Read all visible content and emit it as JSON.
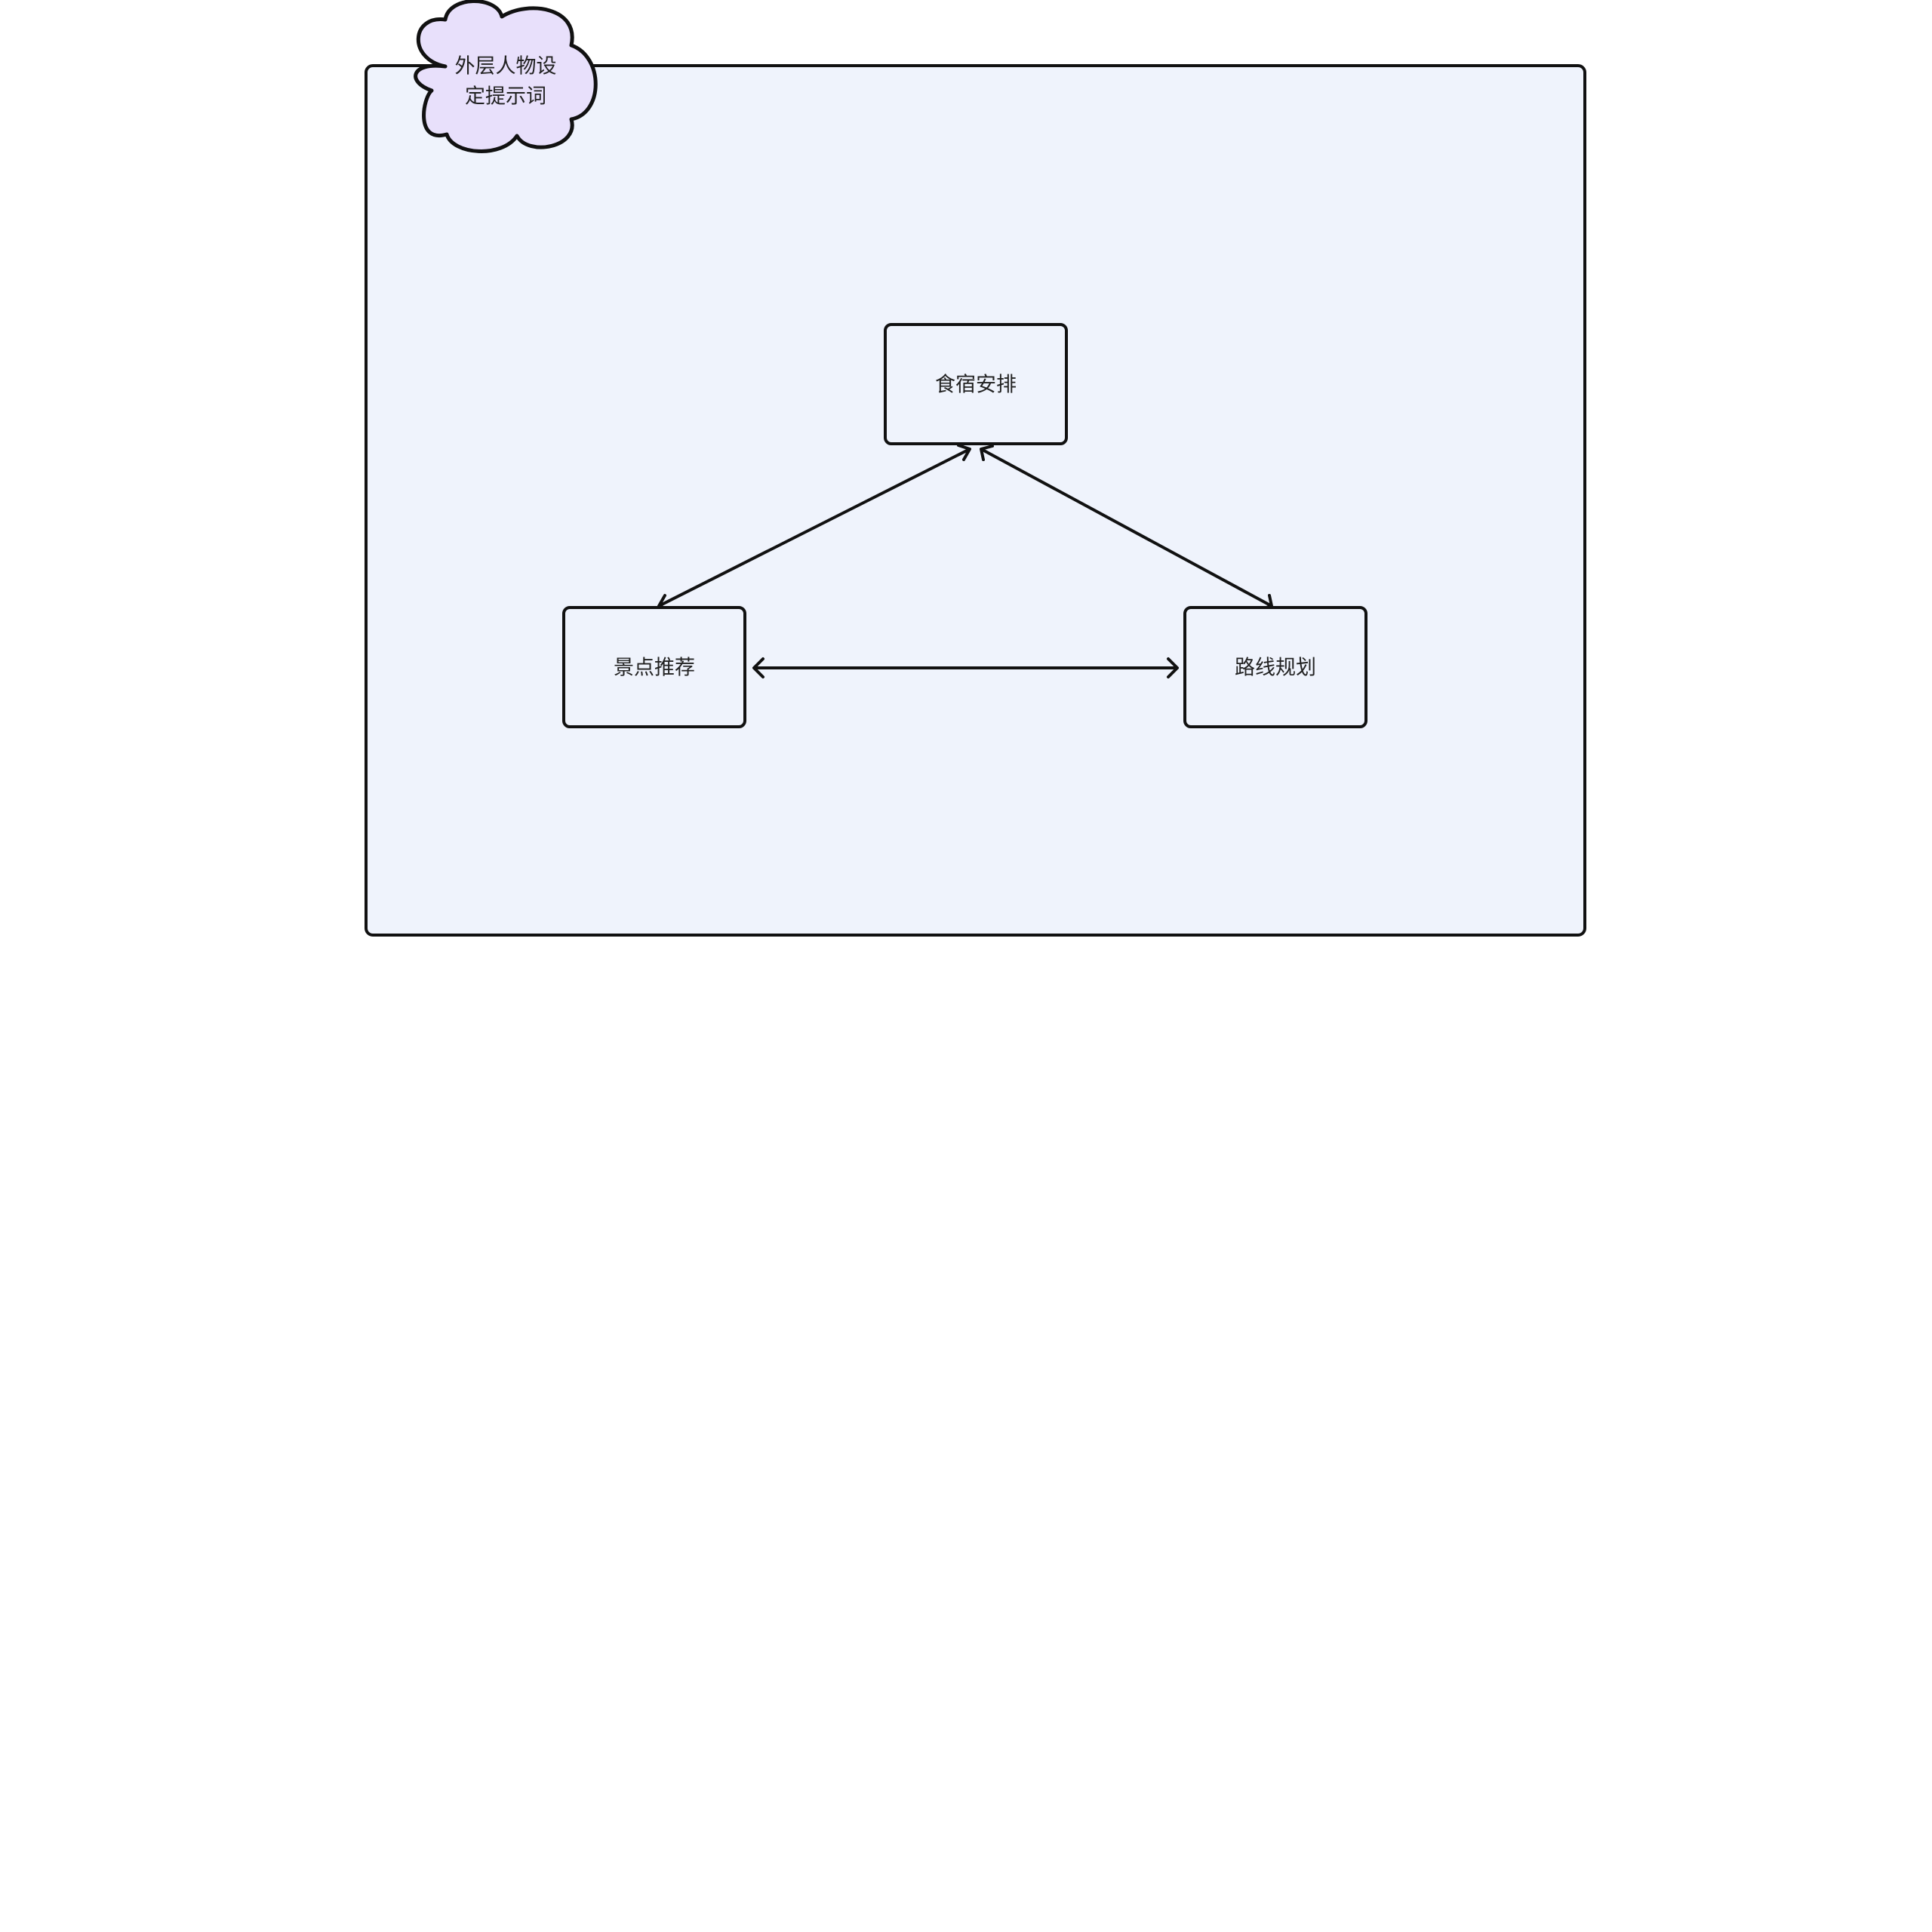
{
  "colors": {
    "container_fill": "#eff3fc",
    "cloud_fill": "#e8e0fb",
    "stroke": "#111111",
    "text": "#222222"
  },
  "cloud": {
    "label_line1": "外层人物设",
    "label_line2": "定提示词"
  },
  "nodes": {
    "food_lodging": {
      "label": "食宿安排"
    },
    "attractions": {
      "label": "景点推荐"
    },
    "route": {
      "label": "路线规划"
    }
  },
  "edges": [
    {
      "from": "food_lodging",
      "to": "attractions",
      "direction": "both"
    },
    {
      "from": "food_lodging",
      "to": "route",
      "direction": "both"
    },
    {
      "from": "attractions",
      "to": "route",
      "direction": "both"
    }
  ]
}
